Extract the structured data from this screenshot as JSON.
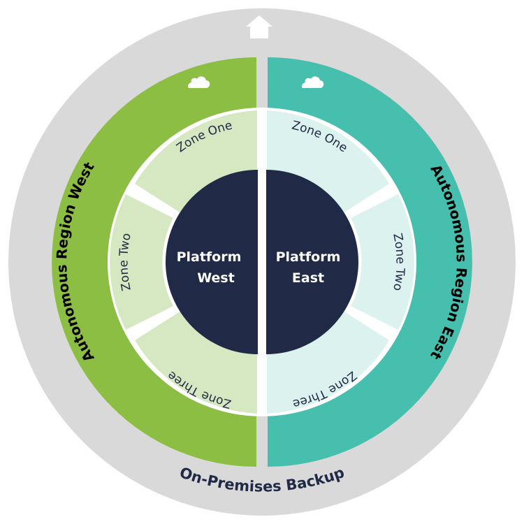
{
  "outer_ring": {
    "label": "On-Premises Backup",
    "color": "#d9d9d9"
  },
  "regions": {
    "west": {
      "label": "Autonomous Region West",
      "color": "#8bbe43",
      "cloud_icon": "cloud-icon"
    },
    "east": {
      "label": "Autonomous Region East",
      "color": "#46bfae",
      "cloud_icon": "cloud-icon"
    }
  },
  "zones": {
    "west": {
      "color": "#d6e8c1",
      "one": "Zone One",
      "two": "Zone Two",
      "three": "Zone Three"
    },
    "east": {
      "color": "#dcf2ee",
      "one": "Zone One",
      "two": "Zone Two",
      "three": "Zone Three"
    }
  },
  "platforms": {
    "color": "#202946",
    "west": {
      "line1": "Platform",
      "line2": "West"
    },
    "east": {
      "line1": "Platform",
      "line2": "East"
    }
  },
  "top_icon": "up-arrow-icon"
}
